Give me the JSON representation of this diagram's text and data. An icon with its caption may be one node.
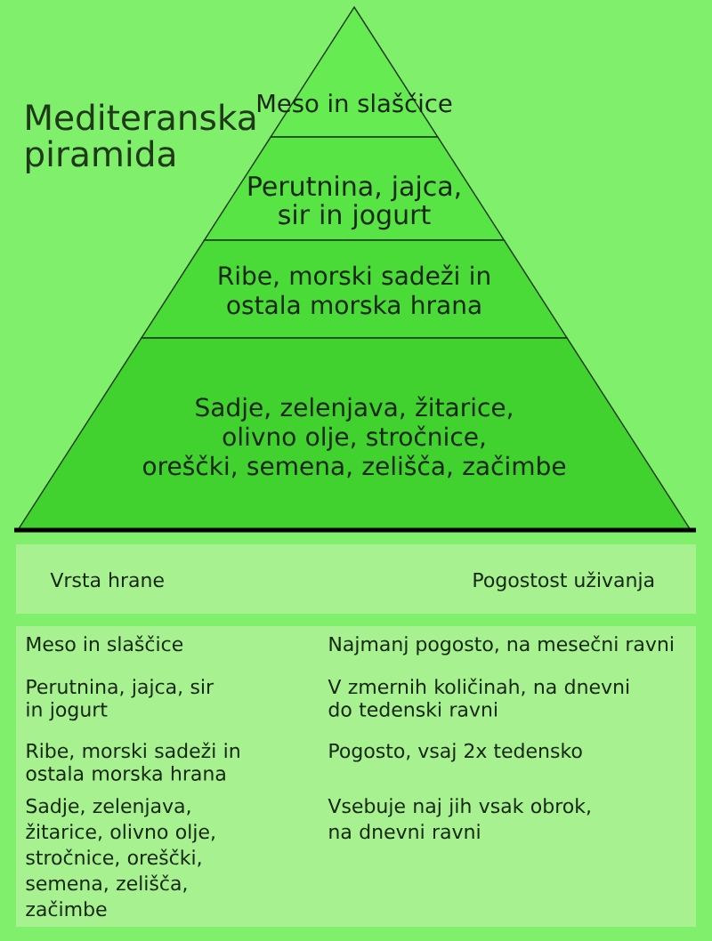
{
  "diagram": {
    "title": "Mediteranska piramida",
    "nodes": [
      {
        "text": [
          "Meso in slaščice"
        ]
      },
      {
        "text": [
          "Perutnina, jajca, sir in jogurt"
        ]
      },
      {
        "text": [
          "Ribe, morski sadeži in ostala morska hrana"
        ]
      },
      {
        "text": [
          "Sadje, zelenjava, žitarice, olivno olje, stročnice, oreščki, semena, zelišča, začimbe"
        ]
      }
    ],
    "labels": [
      "Vrsta hrane",
      "Pogostost uživanja",
      "Meso in slaščice",
      "Najmanj pogosto, na mesečni ravni",
      "Perutnina, jajca, sir in jogurt",
      "V zmernih količinah, na dnevni do tedenski ravni",
      "Ribe, morski sadeži in ostala morska hrana",
      "Pogosto, vsaj 2x tedensko",
      "Sadje, zelenjava, žitarice, olivno olje, stročnice, oreščki, semena, zelišča, začimbe",
      "Vsebuje naj jih vsak obrok, na dnevni ravni"
    ]
  }
}
